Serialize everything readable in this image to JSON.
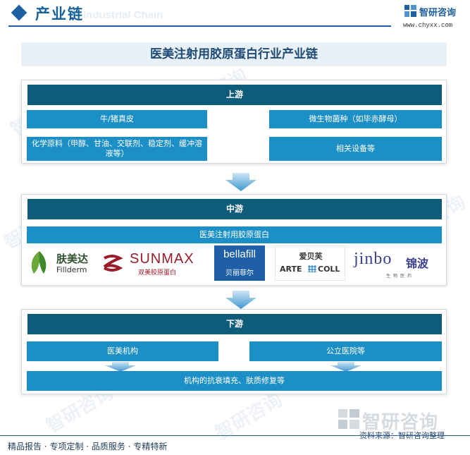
{
  "header": {
    "title": "产业链",
    "subtitle": "Industrial Chain",
    "brand_name": "智研咨询",
    "brand_url": "www.chyxx.com"
  },
  "diagram_title": "医美注射用胶原蛋白行业产业链",
  "upstream": {
    "label": "上游",
    "items": [
      "牛/猪真皮",
      "微生物菌种（如毕赤酵母）",
      "化学原料（甲醇、甘油、交联剂、稳定剂、缓冲溶液等）",
      "相关设备等"
    ]
  },
  "midstream": {
    "label": "中游",
    "product": "医美注射用胶原蛋白",
    "logos": [
      {
        "main": "肤美达",
        "sub": "Fillderm"
      },
      {
        "main": "SUNMAX",
        "sub": "双美胶原蛋白"
      },
      {
        "main": "bellafill",
        "sub": "贝丽菲尔"
      },
      {
        "main": "爱贝芙",
        "sub_left": "ARTE",
        "sub_right": "COLL"
      },
      {
        "main": "jinbo",
        "cn": "锦波",
        "sub": "生物医药"
      }
    ]
  },
  "downstream": {
    "label": "下游",
    "items": [
      "医美机构",
      "公立医院等"
    ],
    "result": "机构的抗衰填充、肤质修复等"
  },
  "watermark_text": "智研咨询",
  "footer": {
    "brand": "智研咨询",
    "source": "资料来源：智研咨询整理",
    "services": "精品报告 · 专项定制 · 品质服务 · 专精特新"
  },
  "colors": {
    "stage_header": "#0f5c7a",
    "cell": "#1b8fc6",
    "accent": "#1d5fa0",
    "arrow": "#5aaad8"
  }
}
